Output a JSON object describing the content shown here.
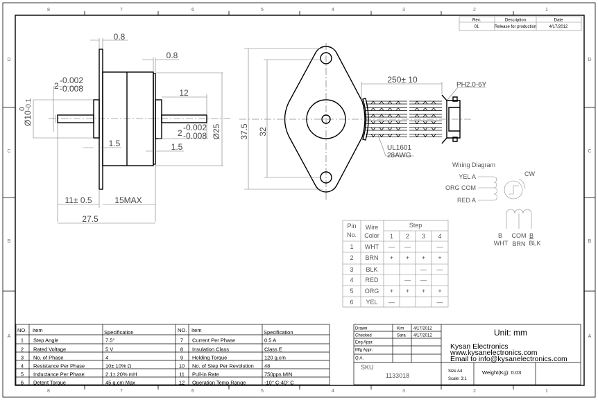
{
  "frame": {
    "column_markers": [
      "8",
      "7",
      "6",
      "5",
      "4",
      "3",
      "2",
      "1"
    ],
    "row_markers": [
      "D",
      "C",
      "B",
      "A"
    ]
  },
  "revision_table": {
    "headers": [
      "Rev.",
      "Description",
      "Date"
    ],
    "row": [
      "01",
      "Release for production",
      "4/17/2012"
    ]
  },
  "side_view": {
    "flange_thickness": "0.8",
    "end_plate_thickness": "0.8",
    "rear_shaft_length": "12",
    "left_shaft_dia_nominal": "2",
    "left_shaft_tol_upper": "-0.002",
    "left_shaft_tol_lower": "-0.008",
    "right_shaft_dia_nominal": "2",
    "right_shaft_tol_upper": "-0.002",
    "right_shaft_tol_lower": "-0.008",
    "boss_dia": "Ø10",
    "boss_tol_upper": "0",
    "boss_tol_lower": "-0.1",
    "body_dia": "Ø25",
    "front_boss_height": "1.5",
    "rear_boss_height": "1.5",
    "front_shaft_length": "11± 0.5",
    "body_length": "15MAX",
    "overall_length": "27.5"
  },
  "front_view": {
    "mount_outer": "37.5",
    "hole_spacing": "32",
    "lead_length": "250± 10",
    "connector": "PH2.0-6Y",
    "wire_spec_1": "UL1601",
    "wire_spec_2": "28AWG"
  },
  "wiring_diagram": {
    "title": "Wiring Diagram",
    "phase_a_labels": [
      "YEL  A",
      "ORG COM",
      "RED  A"
    ],
    "direction": "CW",
    "phase_b_top": [
      "B",
      "COM",
      "B"
    ],
    "phase_b_bottom": [
      "WHT",
      "BRN",
      "BLK"
    ]
  },
  "pin_table": {
    "headers": {
      "pin": [
        "Pin",
        "No."
      ],
      "wire": [
        "Wire",
        "Color"
      ],
      "step": "Step",
      "steps": [
        "1",
        "2",
        "3",
        "4"
      ]
    },
    "rows": [
      {
        "pin": "1",
        "color": "WHT",
        "steps": [
          "—",
          "—",
          "",
          "—"
        ]
      },
      {
        "pin": "2",
        "color": "BRN",
        "steps": [
          "+",
          "+",
          "+",
          "+"
        ]
      },
      {
        "pin": "3",
        "color": "BLK",
        "steps": [
          "",
          "",
          "—",
          "—"
        ]
      },
      {
        "pin": "4",
        "color": "RED",
        "steps": [
          "",
          "—",
          "—",
          ""
        ]
      },
      {
        "pin": "5",
        "color": "ORG",
        "steps": [
          "+",
          "+",
          "+",
          "+"
        ]
      },
      {
        "pin": "6",
        "color": "YEL",
        "steps": [
          "—",
          "",
          "",
          "—"
        ]
      }
    ]
  },
  "spec_table": {
    "headers": [
      "NO.",
      "Item",
      "Specification",
      "NO.",
      "Item",
      "Specification"
    ],
    "left": [
      {
        "no": "1",
        "item": "Step Angle",
        "spec": "7.5°"
      },
      {
        "no": "2",
        "item": "Rated Voltage",
        "spec": "5 V"
      },
      {
        "no": "3",
        "item": "No. of Phase",
        "spec": "4"
      },
      {
        "no": "4",
        "item": "Resistance Per Phase",
        "spec": "10± 10% Ω"
      },
      {
        "no": "5",
        "item": "Inductance Per Phase",
        "spec": "2.1± 20% mH"
      },
      {
        "no": "6",
        "item": "Detent Torque",
        "spec": "45 g.cm Max"
      }
    ],
    "right": [
      {
        "no": "7",
        "item": "Current Per Phase",
        "spec": "0.5 A"
      },
      {
        "no": "8",
        "item": "Insulation Class",
        "spec": "Class E"
      },
      {
        "no": "9",
        "item": "Holding Torque",
        "spec": "120 g.cm"
      },
      {
        "no": "10",
        "item": "No. of Step Per Revolution",
        "spec": "48"
      },
      {
        "no": "11",
        "item": "Pull-in Rate",
        "spec": "750pps MIN"
      },
      {
        "no": "12",
        "item": "Operation Temp Range",
        "spec": "-10° C-40° C"
      }
    ]
  },
  "title_block": {
    "approvals": [
      {
        "role": "Drawn",
        "name": "Kim",
        "date": "4/17/2012"
      },
      {
        "role": "Checked",
        "name": "Sara",
        "date": "4/17/2012"
      },
      {
        "role": "Eng Appr.",
        "name": "",
        "date": ""
      },
      {
        "role": "Mfg Appr.",
        "name": "",
        "date": ""
      },
      {
        "role": "Q.A.",
        "name": "",
        "date": ""
      }
    ],
    "unit": "Unit: mm",
    "company": "Kysan Electronics",
    "website": "www.kysanelectronics.com",
    "email": "Email to info@kysanelectronics.com",
    "sku_label": "SKU",
    "sku": "1133018",
    "size": "Size A4",
    "scale": "Scale: 3:1",
    "weight": "Weight(Kg): 0.03"
  }
}
